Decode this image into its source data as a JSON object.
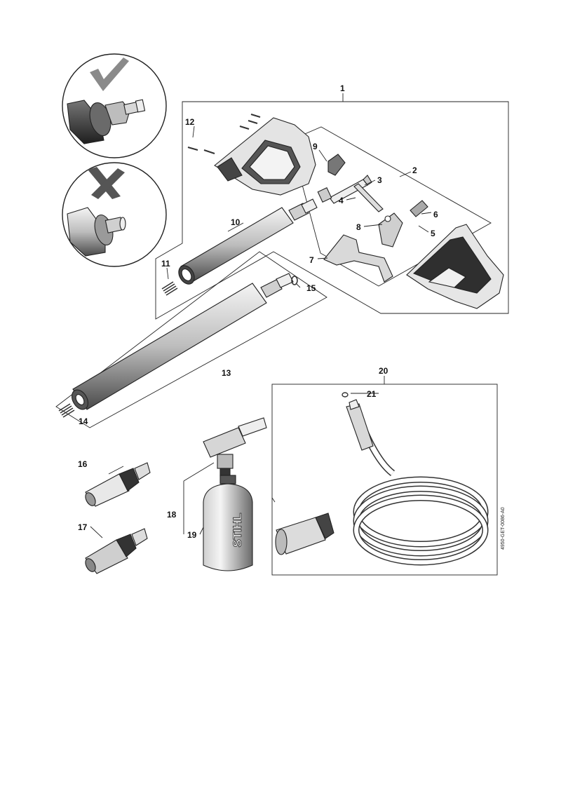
{
  "callouts": {
    "c1": "1",
    "c2": "2",
    "c3": "3",
    "c4": "4",
    "c5": "5",
    "c6": "6",
    "c7": "7",
    "c8": "8",
    "c9": "9",
    "c10": "10",
    "c11": "11",
    "c12": "12",
    "c13": "13",
    "c14": "14",
    "c15": "15",
    "c16": "16",
    "c17": "17",
    "c18": "18",
    "c19": "19",
    "c20": "20",
    "c21": "21"
  },
  "bottle_brand": "STIHL",
  "document_id": "4950-GET-0086-A0",
  "colors": {
    "line": "#222222",
    "check_gray": "#8a8a8a",
    "cross_dark": "#555555",
    "fill_dark": "#2a2a2a",
    "fill_light": "#d8d8d8"
  }
}
